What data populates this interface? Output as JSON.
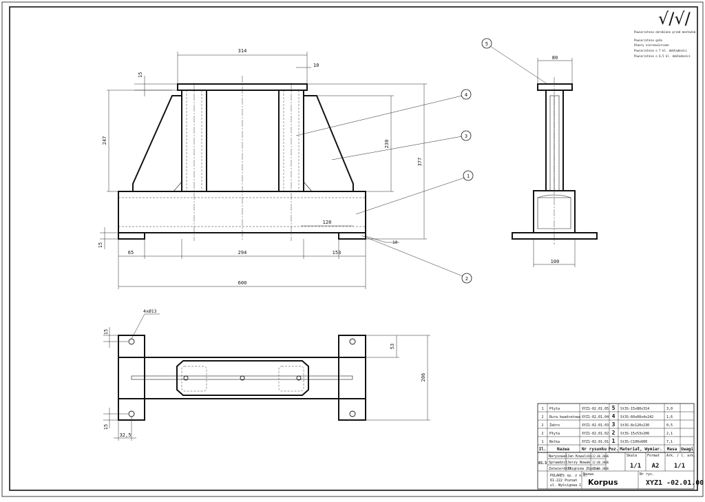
{
  "dimensions": {
    "d314": "314",
    "d10": "10",
    "d15_top": "15",
    "d247": "247",
    "d230": "230",
    "d377": "377",
    "d120": "120",
    "d15_left": "15",
    "d65": "65",
    "d294": "294",
    "d153": "153",
    "d600": "600",
    "d80": "80",
    "d100": "100",
    "d4x13": "4xØ13",
    "d15_plan_top": "15",
    "d53": "53",
    "d206": "206",
    "d15_plan_bot": "15",
    "d32_5": "32,5"
  },
  "balloons": [
    "1",
    "2",
    "3",
    "4",
    "5"
  ],
  "roughness": {
    "symbol": "√/√/",
    "notes": [
      "Powierzchnie obrobione przed montażem",
      "Powierzchnie gołe",
      "Otwory nierozwiercane",
      "Powierzchnie o 7 kl. dokładności",
      "Powierzchnie o 6,5 kl. dokładności"
    ]
  },
  "weld_note": "10",
  "parts_list": {
    "headers": {
      "qty": "Il.",
      "name": "Nazwa",
      "drawing": "Nr rysunku",
      "pos": "Poz.",
      "material": "Materiał, Wymiar.",
      "mass": "Masa",
      "notes": "Uwagi"
    },
    "rows": [
      {
        "qty": "1",
        "name": "Płyta",
        "drawing": "XYZ1-02.01.05",
        "pos": "5",
        "material": "St3S-15x80x314",
        "mass": "3,0",
        "notes": ""
      },
      {
        "qty": "2",
        "name": "Rura kwadratowa",
        "drawing": "XYZ1-02.01.04",
        "pos": "4",
        "material": "St3S-60x60x4x242",
        "mass": "1,6",
        "notes": ""
      },
      {
        "qty": "2",
        "name": "Żebro",
        "drawing": "XYZ1-02.01.03",
        "pos": "3",
        "material": "St3S-8x120x230",
        "mass": "0,5",
        "notes": ""
      },
      {
        "qty": "2",
        "name": "Płyta",
        "drawing": "XYZ1-02.01.02",
        "pos": "2",
        "material": "St3S-15x53x206",
        "mass": "2,1",
        "notes": ""
      },
      {
        "qty": "1",
        "name": "Belka",
        "drawing": "XYZ1-02.01.01",
        "pos": "1",
        "material": "St3S-C100x600",
        "mass": "7,1",
        "notes": ""
      }
    ]
  },
  "title_block": {
    "scale": "1/1",
    "format": "A2",
    "sheet": "1/1",
    "name": "Korpus",
    "drawing_no": "XYZ1 -02.01.00",
    "company": [
      "POLARES sp. z o.o.",
      "61-222 Poznań",
      "ul. Wyścigowa 1"
    ],
    "labels": {
      "scale": "Skala",
      "format": "Format",
      "sheet": "Ark. / l. ark.",
      "name": "Nazwa",
      "number": "Nr rys.",
      "drawn": "Narysował",
      "checked": "Sprawdził",
      "approved": "Zatwierdził"
    },
    "people": [
      {
        "role": "Narysował",
        "name": "Jan Kowalski",
        "date": "12.06.2006"
      },
      {
        "role": "Sprawdził",
        "name": "Jerzy Nowak",
        "date": "12.06.2006"
      },
      {
        "role": "Zatwierdził",
        "name": "Zbigniew Zbycha",
        "date": "12.06.2006"
      }
    ],
    "side_code": "03.3"
  }
}
